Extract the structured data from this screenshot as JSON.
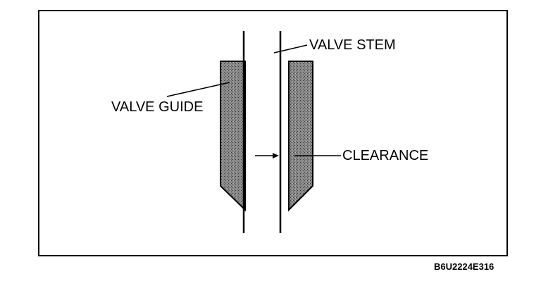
{
  "labels": {
    "valve_stem": "VALVE STEM",
    "valve_guide": "VALVE GUIDE",
    "clearance": "CLEARANCE"
  },
  "figure_code": "B6U2224E316",
  "colors": {
    "line": "#000000",
    "guide_fill": "#8a8a8a",
    "background": "#ffffff"
  }
}
